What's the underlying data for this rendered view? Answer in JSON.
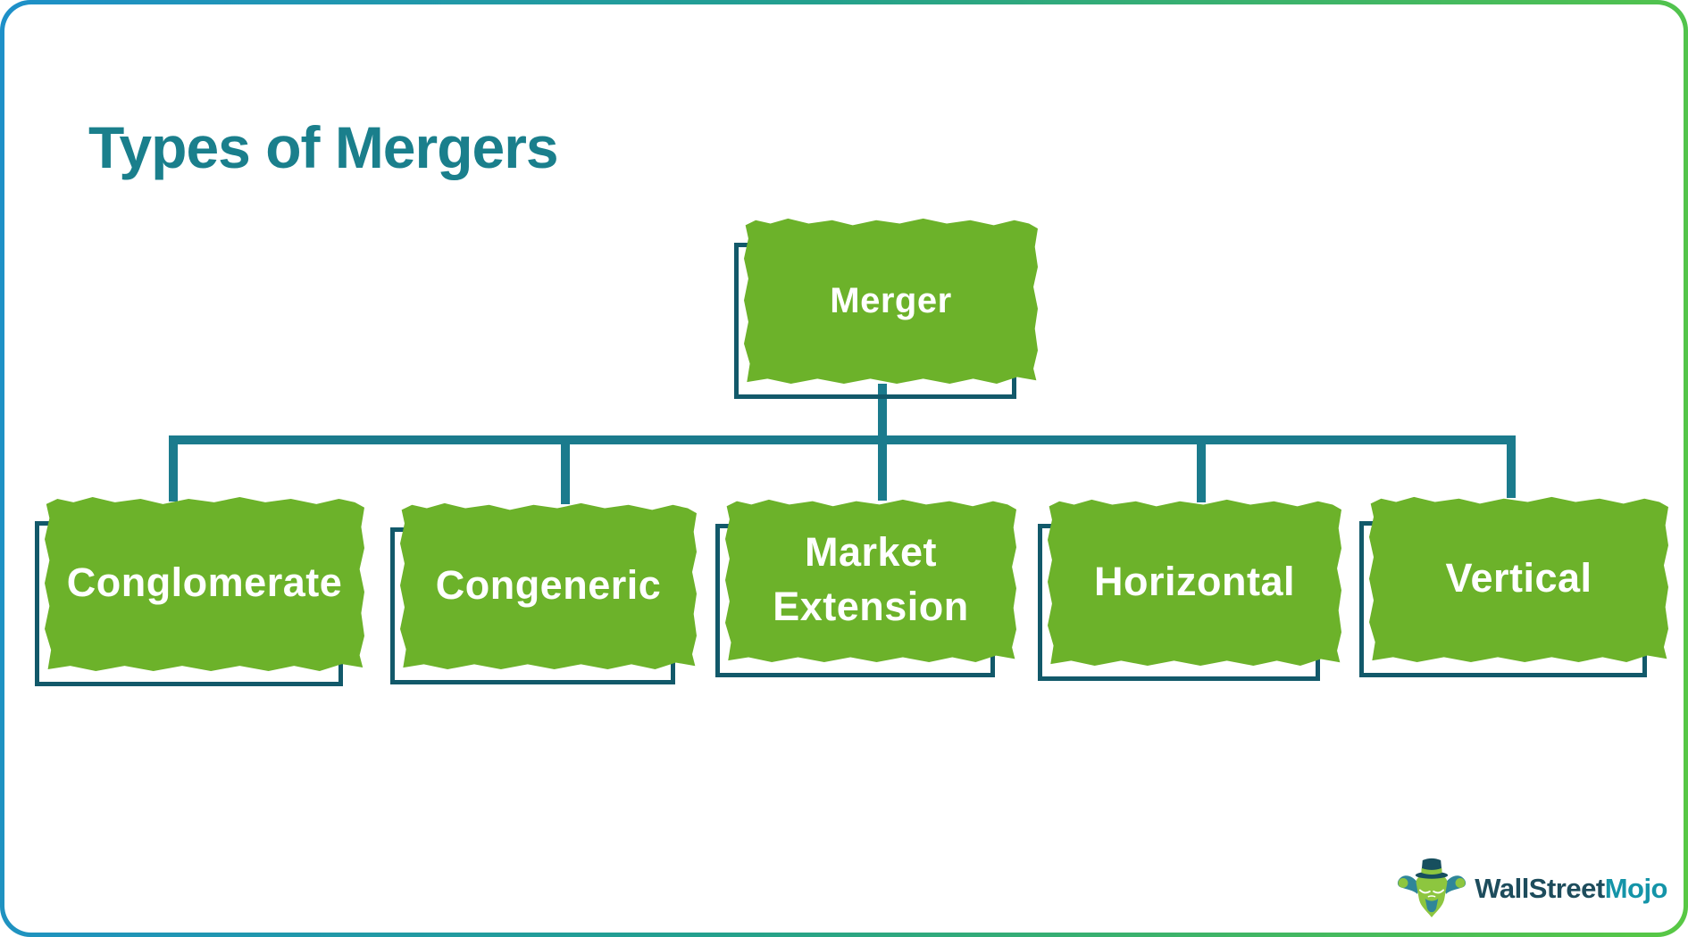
{
  "title": "Types of Mergers",
  "diagram": {
    "type": "tree",
    "root": {
      "label": "Merger"
    },
    "children": [
      {
        "label": "Conglomerate"
      },
      {
        "label": "Congeneric"
      },
      {
        "label": "Market Extension"
      },
      {
        "label": "Horizontal"
      },
      {
        "label": "Vertical"
      }
    ]
  },
  "logo": {
    "brand_part1": "WallStreet",
    "brand_part2": "Mojo",
    "mascot": "bull-mascot-icon"
  },
  "colors": {
    "box_green": "#6cb22a",
    "outline_teal": "#12596a",
    "connector_teal": "#1b7b8d",
    "title_teal": "#1a7f8c",
    "border_gradient_start": "#1e90c9",
    "border_gradient_end": "#58c844",
    "label_text": "#ffffff",
    "logo_dark": "#1d4c5c",
    "logo_teal": "#1494a8"
  }
}
